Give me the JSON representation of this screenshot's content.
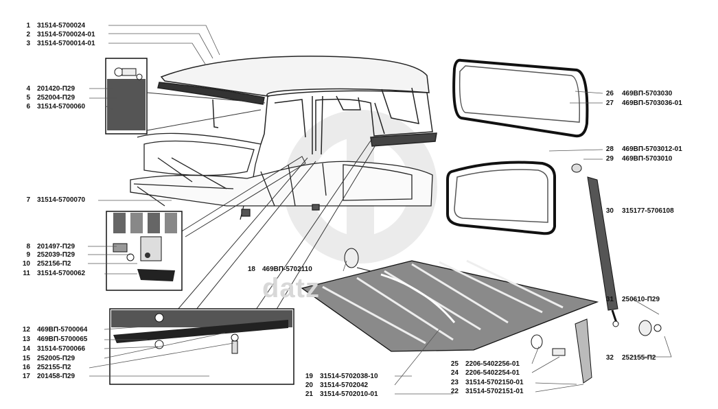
{
  "watermark": {
    "text": "datz",
    "color": "#dcdcdc"
  },
  "labels_left": [
    {
      "num": "1",
      "code": "31514-5700024"
    },
    {
      "num": "2",
      "code": "31514-5700024-01"
    },
    {
      "num": "3",
      "code": "31514-5700014-01"
    },
    {
      "num": "4",
      "code": "201420-П29"
    },
    {
      "num": "5",
      "code": "252004-П29"
    },
    {
      "num": "6",
      "code": "31514-5700060"
    },
    {
      "num": "7",
      "code": "31514-5700070"
    },
    {
      "num": "8",
      "code": "201497-П29"
    },
    {
      "num": "9",
      "code": "252039-П29"
    },
    {
      "num": "10",
      "code": "252156-П2"
    },
    {
      "num": "11",
      "code": "31514-5700062"
    },
    {
      "num": "12",
      "code": "469ВП-5700064"
    },
    {
      "num": "13",
      "code": "469ВП-5700065"
    },
    {
      "num": "14",
      "code": "31514-5700066"
    },
    {
      "num": "15",
      "code": "252005-П29"
    },
    {
      "num": "16",
      "code": "252155-П2"
    },
    {
      "num": "17",
      "code": "201458-П29"
    }
  ],
  "labels_right": [
    {
      "num": "26",
      "code": "469ВП-5703030"
    },
    {
      "num": "27",
      "code": "469ВП-5703036-01"
    },
    {
      "num": "28",
      "code": "469ВП-5703012-01"
    },
    {
      "num": "29",
      "code": "469ВП-5703010"
    },
    {
      "num": "30",
      "code": "315177-5706108"
    },
    {
      "num": "31",
      "code": "250610-П29"
    },
    {
      "num": "32",
      "code": "252155-П2"
    }
  ],
  "labels_bottom": [
    {
      "num": "18",
      "code": "469ВП-5702110"
    },
    {
      "num": "19",
      "code": "31514-5702038-10"
    },
    {
      "num": "20",
      "code": "31514-5702042"
    },
    {
      "num": "21",
      "code": "31514-5702010-01"
    },
    {
      "num": "25",
      "code": "2206-5402256-01"
    },
    {
      "num": "24",
      "code": "2206-5402254-01"
    },
    {
      "num": "23",
      "code": "31514-5702150-01"
    },
    {
      "num": "22",
      "code": "31514-5702151-01"
    }
  ]
}
